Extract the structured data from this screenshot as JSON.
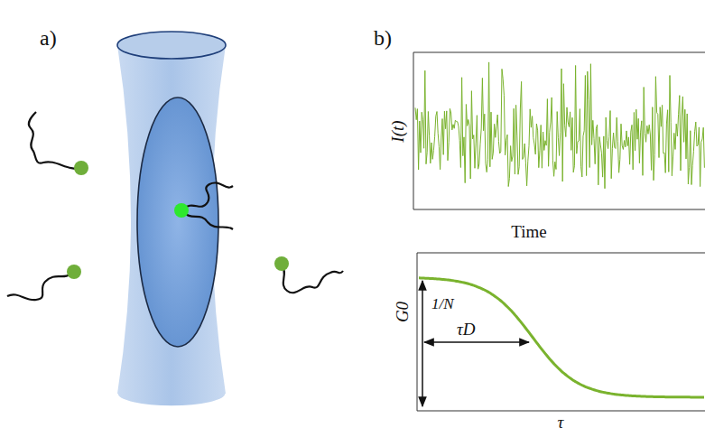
{
  "diagram": {
    "labels": [
      "a)",
      "b)",
      "I(t)",
      "Time",
      "G0",
      "1/N",
      "τD",
      "τ"
    ]
  }
}
